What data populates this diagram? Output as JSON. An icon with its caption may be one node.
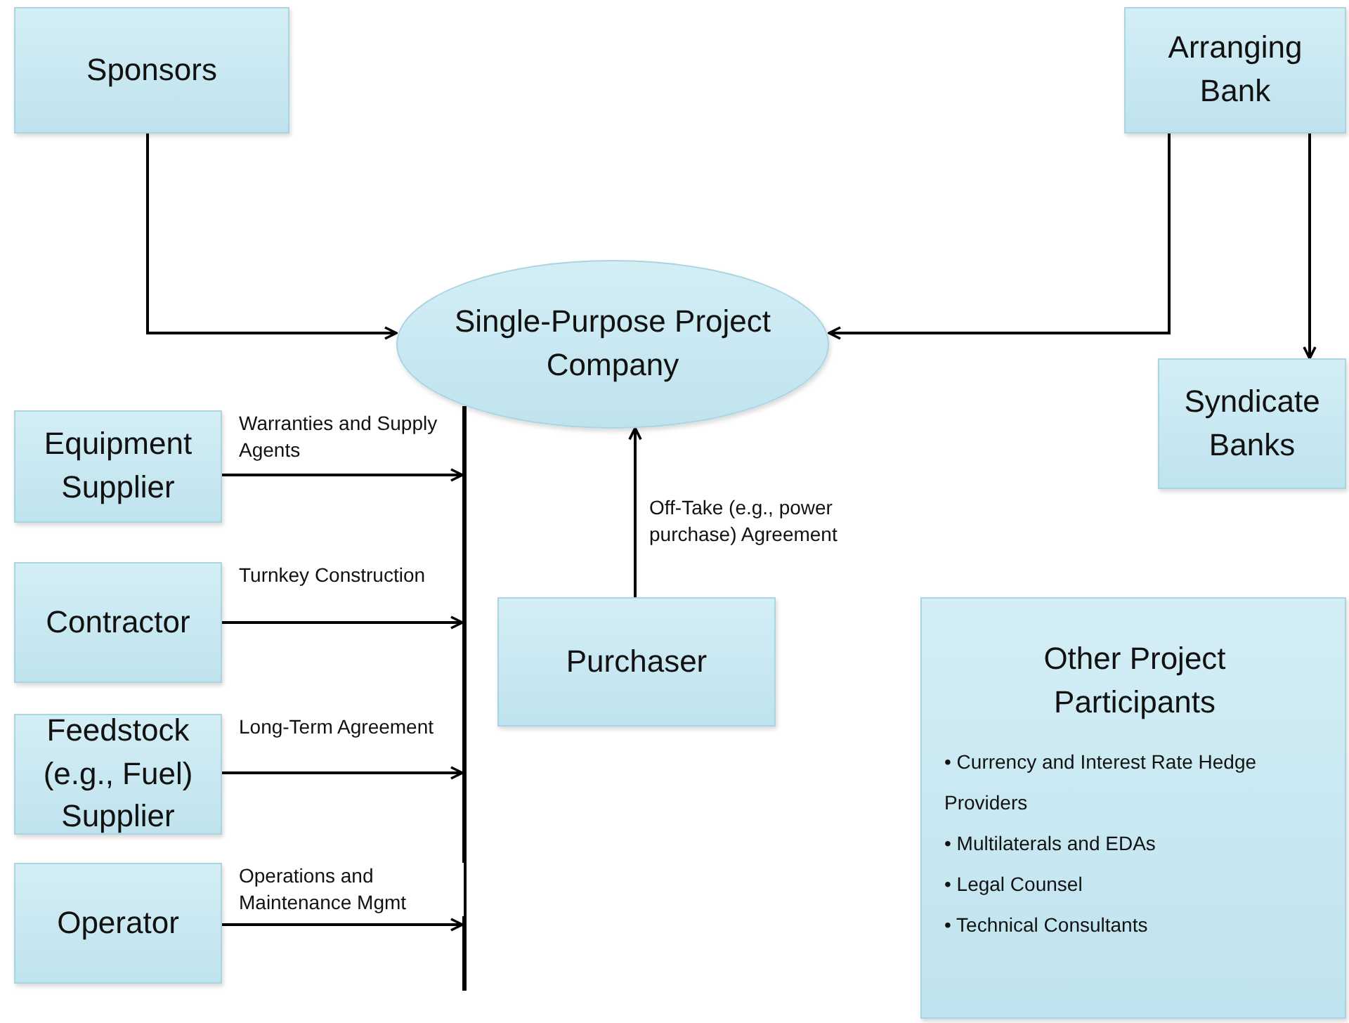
{
  "diagram": {
    "nodes": [
      {
        "text": [
          "Sponsors"
        ]
      },
      {
        "text": [
          "Arranging Bank"
        ]
      },
      {
        "text": [
          "Single-Purpose Project Company"
        ]
      },
      {
        "text": [
          "Syndicate Banks"
        ]
      },
      {
        "text": [
          "Equipment Supplier"
        ]
      },
      {
        "text": [
          "Contractor"
        ]
      },
      {
        "text": [
          "Feedstock (e.g., Fuel) Supplier"
        ]
      },
      {
        "text": [
          "Operator"
        ]
      },
      {
        "text": [
          "Purchaser"
        ]
      },
      {
        "text": [
          "Other Project Participants",
          "• Currency and Interest Rate Hedge Providers",
          "• Multilaterals and EDAs",
          "• Legal Counsel",
          "• Technical Consultants"
        ]
      },
      {
        "text": [],
        "shape": "bar"
      }
    ],
    "edges": [
      {
        "from": 0,
        "to": 2,
        "arrow": "to"
      },
      {
        "from": 1,
        "to": 2,
        "arrow": "to"
      },
      {
        "from": 1,
        "to": 3,
        "arrow": "to"
      },
      {
        "from": 8,
        "to": 2,
        "arrow": "to",
        "label": "Off-Take (e.g., power purchase) Agreement"
      },
      {
        "from": 4,
        "to": 10,
        "arrow": "to",
        "label": "Warranties and Supply Agents"
      },
      {
        "from": 5,
        "to": 10,
        "arrow": "to",
        "label": "Turnkey Construction"
      },
      {
        "from": 6,
        "to": 10,
        "arrow": "to",
        "label": "Long-Term Agreement"
      },
      {
        "from": 7,
        "to": 10,
        "arrow": "to",
        "label": "Operations and Maintenance Mgmt"
      }
    ]
  }
}
